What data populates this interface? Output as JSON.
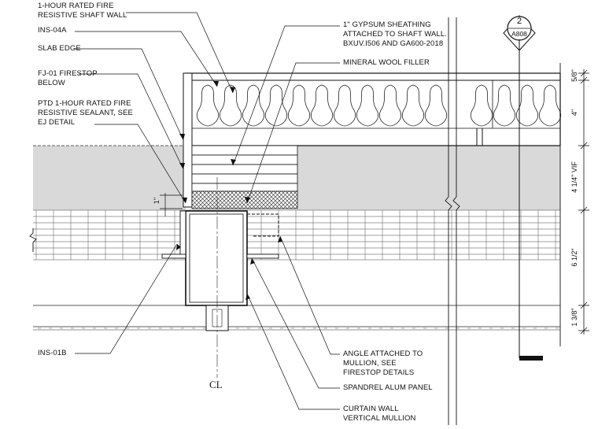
{
  "labels": {
    "shaft_wall": "1-HOUR RATED FIRE\nRESISTIVE SHAFT WALL",
    "ins04a": "INS-04A",
    "slab_edge": "SLAB EDGE",
    "firestop": "FJ-01 FIRESTOP\nBELOW",
    "sealant": "PTD 1-HOUR RATED FIRE\nRESISTIVE SEALANT, SEE\nEJ DETAIL",
    "gypsum": "1\" GYPSUM SHEATHING\nATTACHED TO SHAFT WALL.\nBXUV.I506 AND GA600-2018",
    "mineral_wool": "MINERAL WOOL FILLER",
    "ins01b": "INS-01B",
    "angle": "ANGLE ATTACHED TO\nMULLION, SEE\nFIRESTOP DETAILS",
    "spandrel": "SPANDREL ALUM PANEL",
    "mullion": "CURTAIN WALL\nVERTICAL MULLION",
    "gap_dim": "1\""
  },
  "dimensions": [
    "5/8\"",
    "4\"",
    "4 1/4\" VIF",
    "6 1/2\"",
    "1 3/8\""
  ],
  "section_tag": {
    "number": "2",
    "sheet": "A808"
  },
  "centerline": "CL",
  "colors": {
    "line": "#1a1a1a",
    "slab_fill": "#d9d9d9",
    "panel_fill": "#ffffff"
  }
}
